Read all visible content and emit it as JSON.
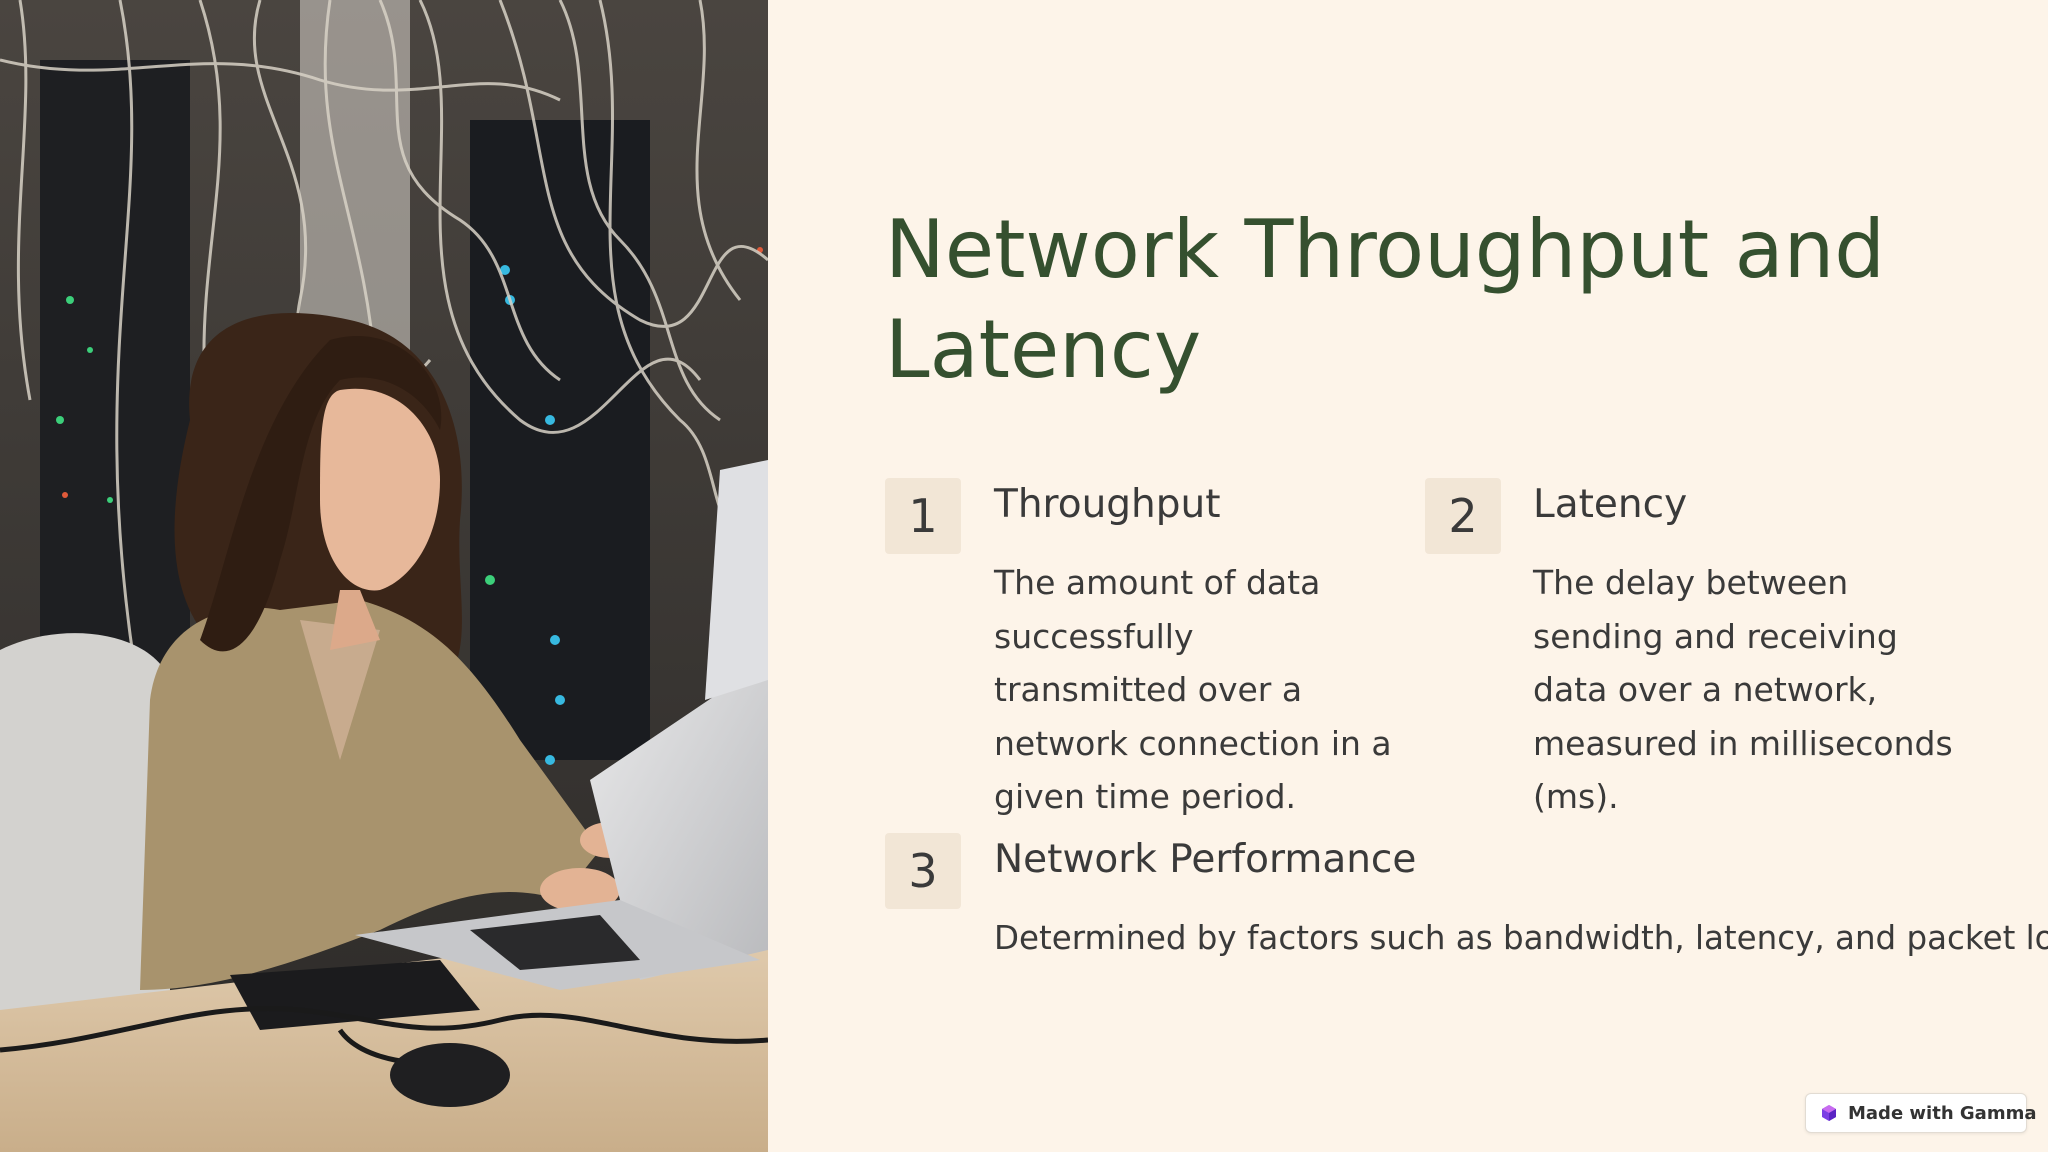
{
  "slide": {
    "title": "Network Throughput and Latency",
    "items": [
      {
        "number": "1",
        "heading": "Throughput",
        "text": "The amount of data successfully transmitted over a network connection in a given time period."
      },
      {
        "number": "2",
        "heading": "Latency",
        "text": "The delay between sending and receiving data over a network, measured in milliseconds (ms)."
      },
      {
        "number": "3",
        "heading": "Network Performance",
        "text": "Determined by factors such as bandwidth, latency, and packet loss."
      }
    ]
  },
  "badge": {
    "label": "Made with Gamma",
    "icon": "gamma-logo-icon"
  },
  "photo": {
    "subject": "woman-at-laptop-with-server-cables-image"
  },
  "colors": {
    "background": "#fdf4e9",
    "title": "#35502f",
    "number_box": "#f2e6d6",
    "text": "#3a3a3a"
  }
}
